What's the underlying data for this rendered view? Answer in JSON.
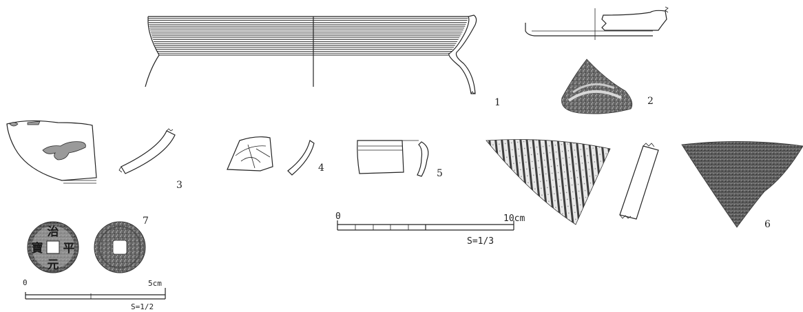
{
  "figure_labels": {
    "f1": "1",
    "f2": "2",
    "f3": "3",
    "f4": "4",
    "f5": "5",
    "f6": "6",
    "f7": "7"
  },
  "scale_main": {
    "start": "0",
    "end": "10cm",
    "ratio": "S=1/3"
  },
  "scale_coin": {
    "start": "0",
    "end": "5cm",
    "ratio": "S=1/2"
  },
  "coin_inscription": {
    "top": "治",
    "right": "平",
    "bottom": "元",
    "left": "寶"
  },
  "colors": {
    "line": "#222222",
    "texture_dark": "#4a4a4a",
    "texture_mid": "#7a7a7a",
    "glaze_fill": "#9a9a9a"
  }
}
